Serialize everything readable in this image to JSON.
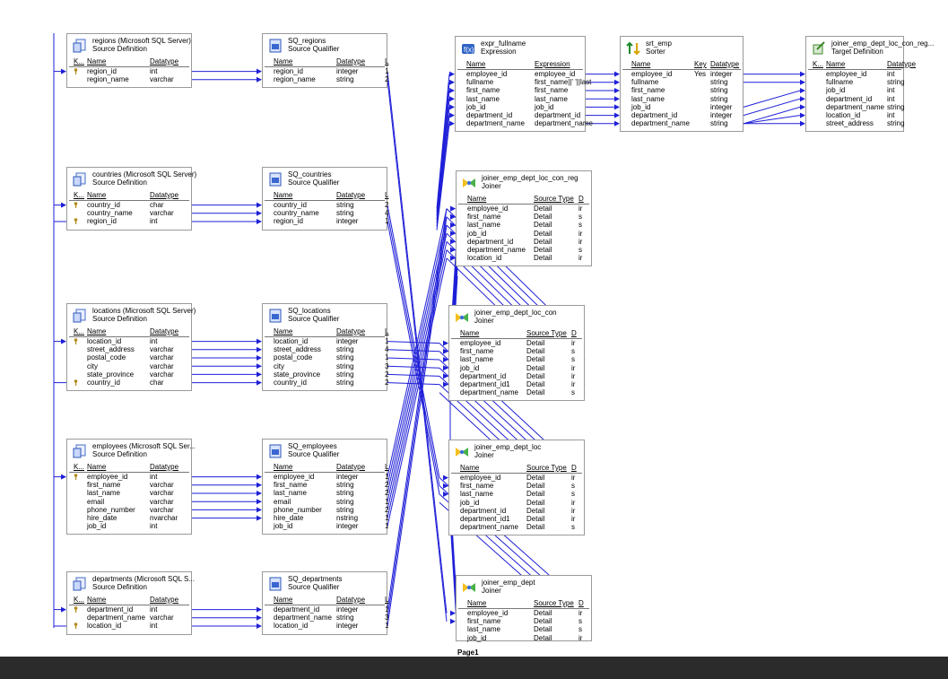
{
  "page_label": "Page1",
  "colors": {
    "wire": "#1f1fd8",
    "key_icon": "#b08a1a",
    "status_bar": "#2b2b2b"
  },
  "sources": [
    {
      "title": "regions (Microsoft SQL Server)",
      "subtitle": "Source Definition",
      "cols": [
        "K...",
        "Name",
        "Datatype"
      ],
      "rows": [
        {
          "key": true,
          "name": "region_id",
          "type": "int"
        },
        {
          "key": false,
          "name": "region_name",
          "type": "varchar"
        }
      ]
    },
    {
      "title": "countries (Microsoft SQL Server)",
      "subtitle": "Source Definition",
      "cols": [
        "K...",
        "Name",
        "Datatype"
      ],
      "rows": [
        {
          "key": true,
          "name": "country_id",
          "type": "char"
        },
        {
          "key": false,
          "name": "country_name",
          "type": "varchar"
        },
        {
          "key": true,
          "name": "region_id",
          "type": "int"
        }
      ]
    },
    {
      "title": "locations (Microsoft SQL Server)",
      "subtitle": "Source Definition",
      "cols": [
        "K...",
        "Name",
        "Datatype"
      ],
      "rows": [
        {
          "key": true,
          "name": "location_id",
          "type": "int"
        },
        {
          "key": false,
          "name": "street_address",
          "type": "varchar"
        },
        {
          "key": false,
          "name": "postal_code",
          "type": "varchar"
        },
        {
          "key": false,
          "name": "city",
          "type": "varchar"
        },
        {
          "key": false,
          "name": "state_province",
          "type": "varchar"
        },
        {
          "key": true,
          "name": "country_id",
          "type": "char"
        }
      ]
    },
    {
      "title": "employees (Microsoft SQL Ser...",
      "subtitle": "Source Definition",
      "cols": [
        "K...",
        "Name",
        "Datatype"
      ],
      "rows": [
        {
          "key": true,
          "name": "employee_id",
          "type": "int"
        },
        {
          "key": false,
          "name": "first_name",
          "type": "varchar"
        },
        {
          "key": false,
          "name": "last_name",
          "type": "varchar"
        },
        {
          "key": false,
          "name": "email",
          "type": "varchar"
        },
        {
          "key": false,
          "name": "phone_number",
          "type": "varchar"
        },
        {
          "key": false,
          "name": "hire_date",
          "type": "nvarchar"
        },
        {
          "key": false,
          "name": "job_id",
          "type": "int"
        }
      ]
    },
    {
      "title": "departments (Microsoft SQL S...",
      "subtitle": "Source Definition",
      "cols": [
        "K...",
        "Name",
        "Datatype"
      ],
      "rows": [
        {
          "key": true,
          "name": "department_id",
          "type": "int"
        },
        {
          "key": false,
          "name": "department_name",
          "type": "varchar"
        },
        {
          "key": true,
          "name": "location_id",
          "type": "int"
        }
      ]
    }
  ],
  "qualifiers": [
    {
      "title": "SQ_regions",
      "subtitle": "Source Qualifier",
      "cols": [
        "Name",
        "Datatype",
        "L"
      ],
      "rows": [
        {
          "name": "region_id",
          "type": "integer",
          "len": "1"
        },
        {
          "name": "region_name",
          "type": "string",
          "len": "2"
        }
      ]
    },
    {
      "title": "SQ_countries",
      "subtitle": "Source Qualifier",
      "cols": [
        "Name",
        "Datatype",
        "L"
      ],
      "rows": [
        {
          "name": "country_id",
          "type": "string",
          "len": "2"
        },
        {
          "name": "country_name",
          "type": "string",
          "len": "4"
        },
        {
          "name": "region_id",
          "type": "integer",
          "len": "1"
        }
      ]
    },
    {
      "title": "SQ_locations",
      "subtitle": "Source Qualifier",
      "cols": [
        "Name",
        "Datatype",
        "L"
      ],
      "rows": [
        {
          "name": "location_id",
          "type": "integer",
          "len": "1"
        },
        {
          "name": "street_address",
          "type": "string",
          "len": "4"
        },
        {
          "name": "postal_code",
          "type": "string",
          "len": "1"
        },
        {
          "name": "city",
          "type": "string",
          "len": "3"
        },
        {
          "name": "state_province",
          "type": "string",
          "len": "2"
        },
        {
          "name": "country_id",
          "type": "string",
          "len": "2"
        }
      ]
    },
    {
      "title": "SQ_employees",
      "subtitle": "Source Qualifier",
      "cols": [
        "Name",
        "Datatype",
        "L"
      ],
      "rows": [
        {
          "name": "employee_id",
          "type": "integer",
          "len": "1"
        },
        {
          "name": "first_name",
          "type": "string",
          "len": "2"
        },
        {
          "name": "last_name",
          "type": "string",
          "len": "2"
        },
        {
          "name": "email",
          "type": "string",
          "len": "1"
        },
        {
          "name": "phone_number",
          "type": "string",
          "len": "2"
        },
        {
          "name": "hire_date",
          "type": "nstring",
          "len": "1"
        },
        {
          "name": "job_id",
          "type": "integer",
          "len": "1"
        }
      ]
    },
    {
      "title": "SQ_departments",
      "subtitle": "Source Qualifier",
      "cols": [
        "Name",
        "Datatype",
        "L"
      ],
      "rows": [
        {
          "name": "department_id",
          "type": "integer",
          "len": "1"
        },
        {
          "name": "department_name",
          "type": "string",
          "len": "3"
        },
        {
          "name": "location_id",
          "type": "integer",
          "len": "1"
        }
      ]
    }
  ],
  "joiners": [
    {
      "title": "joiner_emp_dept_loc_con_reg",
      "subtitle": "Joiner",
      "cols": [
        "Name",
        "Source Type",
        "D"
      ],
      "rows": [
        {
          "name": "employee_id",
          "src": "Detail",
          "d": "ir"
        },
        {
          "name": "first_name",
          "src": "Detail",
          "d": "s"
        },
        {
          "name": "last_name",
          "src": "Detail",
          "d": "s"
        },
        {
          "name": "job_id",
          "src": "Detail",
          "d": "ir"
        },
        {
          "name": "department_id",
          "src": "Detail",
          "d": "ir"
        },
        {
          "name": "department_name",
          "src": "Detail",
          "d": "s"
        },
        {
          "name": "location_id",
          "src": "Detail",
          "d": "ir"
        }
      ]
    },
    {
      "title": "joiner_emp_dept_loc_con",
      "subtitle": "Joiner",
      "cols": [
        "Name",
        "Source Type",
        "D"
      ],
      "rows": [
        {
          "name": "employee_id",
          "src": "Detail",
          "d": "ir"
        },
        {
          "name": "first_name",
          "src": "Detail",
          "d": "s"
        },
        {
          "name": "last_name",
          "src": "Detail",
          "d": "s"
        },
        {
          "name": "job_id",
          "src": "Detail",
          "d": "ir"
        },
        {
          "name": "department_id",
          "src": "Detail",
          "d": "ir"
        },
        {
          "name": "department_id1",
          "src": "Detail",
          "d": "ir"
        },
        {
          "name": "department_name",
          "src": "Detail",
          "d": "s"
        }
      ]
    },
    {
      "title": "joiner_emp_dept_loc",
      "subtitle": "Joiner",
      "cols": [
        "Name",
        "Source Type",
        "D"
      ],
      "rows": [
        {
          "name": "employee_id",
          "src": "Detail",
          "d": "ir"
        },
        {
          "name": "first_name",
          "src": "Detail",
          "d": "s"
        },
        {
          "name": "last_name",
          "src": "Detail",
          "d": "s"
        },
        {
          "name": "job_id",
          "src": "Detail",
          "d": "ir"
        },
        {
          "name": "department_id",
          "src": "Detail",
          "d": "ir"
        },
        {
          "name": "department_id1",
          "src": "Detail",
          "d": "ir"
        },
        {
          "name": "department_name",
          "src": "Detail",
          "d": "s"
        }
      ]
    },
    {
      "title": "joiner_emp_dept",
      "subtitle": "Joiner",
      "cols": [
        "Name",
        "Source Type",
        "D"
      ],
      "rows": [
        {
          "name": "employee_id",
          "src": "Detail",
          "d": "ir"
        },
        {
          "name": "first_name",
          "src": "Detail",
          "d": "s"
        },
        {
          "name": "last_name",
          "src": "Detail",
          "d": "s"
        },
        {
          "name": "job_id",
          "src": "Detail",
          "d": "ir"
        }
      ]
    }
  ],
  "expression": {
    "title": "expr_fullname",
    "subtitle": "Expression",
    "cols": [
      "Name",
      "Expression"
    ],
    "rows": [
      {
        "name": "employee_id",
        "expr": "employee_id"
      },
      {
        "name": "fullname",
        "expr": "first_name||' '||last"
      },
      {
        "name": "first_name",
        "expr": "first_name"
      },
      {
        "name": "last_name",
        "expr": "last_name"
      },
      {
        "name": "job_id",
        "expr": "job_id"
      },
      {
        "name": "department_id",
        "expr": "department_id"
      },
      {
        "name": "department_name",
        "expr": "department_name"
      }
    ]
  },
  "sorter": {
    "title": "srt_emp",
    "subtitle": "Sorter",
    "cols": [
      "Name",
      "Key",
      "Datatype"
    ],
    "rows": [
      {
        "name": "employee_id",
        "key": "Yes",
        "type": "integer"
      },
      {
        "name": "fullname",
        "key": "",
        "type": "string"
      },
      {
        "name": "first_name",
        "key": "",
        "type": "string"
      },
      {
        "name": "last_name",
        "key": "",
        "type": "string"
      },
      {
        "name": "job_id",
        "key": "",
        "type": "integer"
      },
      {
        "name": "department_id",
        "key": "",
        "type": "integer"
      },
      {
        "name": "department_name",
        "key": "",
        "type": "string"
      }
    ]
  },
  "target": {
    "title": "joiner_emp_dept_loc_con_reg...",
    "subtitle": "Target Definition",
    "cols": [
      "K...",
      "Name",
      "Datatype"
    ],
    "rows": [
      {
        "name": "employee_id",
        "type": "int"
      },
      {
        "name": "fullname",
        "type": "string"
      },
      {
        "name": "job_id",
        "type": "int"
      },
      {
        "name": "department_id",
        "type": "int"
      },
      {
        "name": "department_name",
        "type": "string"
      },
      {
        "name": "location_id",
        "type": "int"
      },
      {
        "name": "street_address",
        "type": "string"
      }
    ]
  }
}
